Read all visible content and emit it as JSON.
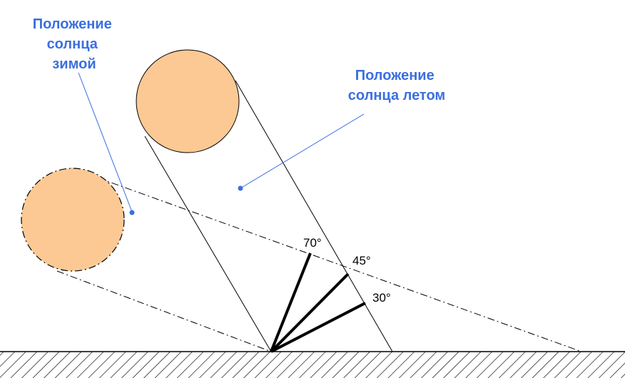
{
  "labels": {
    "winter": [
      "Положение",
      "солнца",
      "зимой"
    ],
    "summer": [
      "Положение",
      "солнца летом"
    ]
  },
  "angles": [
    "70°",
    "45°",
    "30°"
  ],
  "colors": {
    "sun_fill": "#fcc994",
    "label_blue": "#3b6fe0",
    "line": "#000000"
  }
}
